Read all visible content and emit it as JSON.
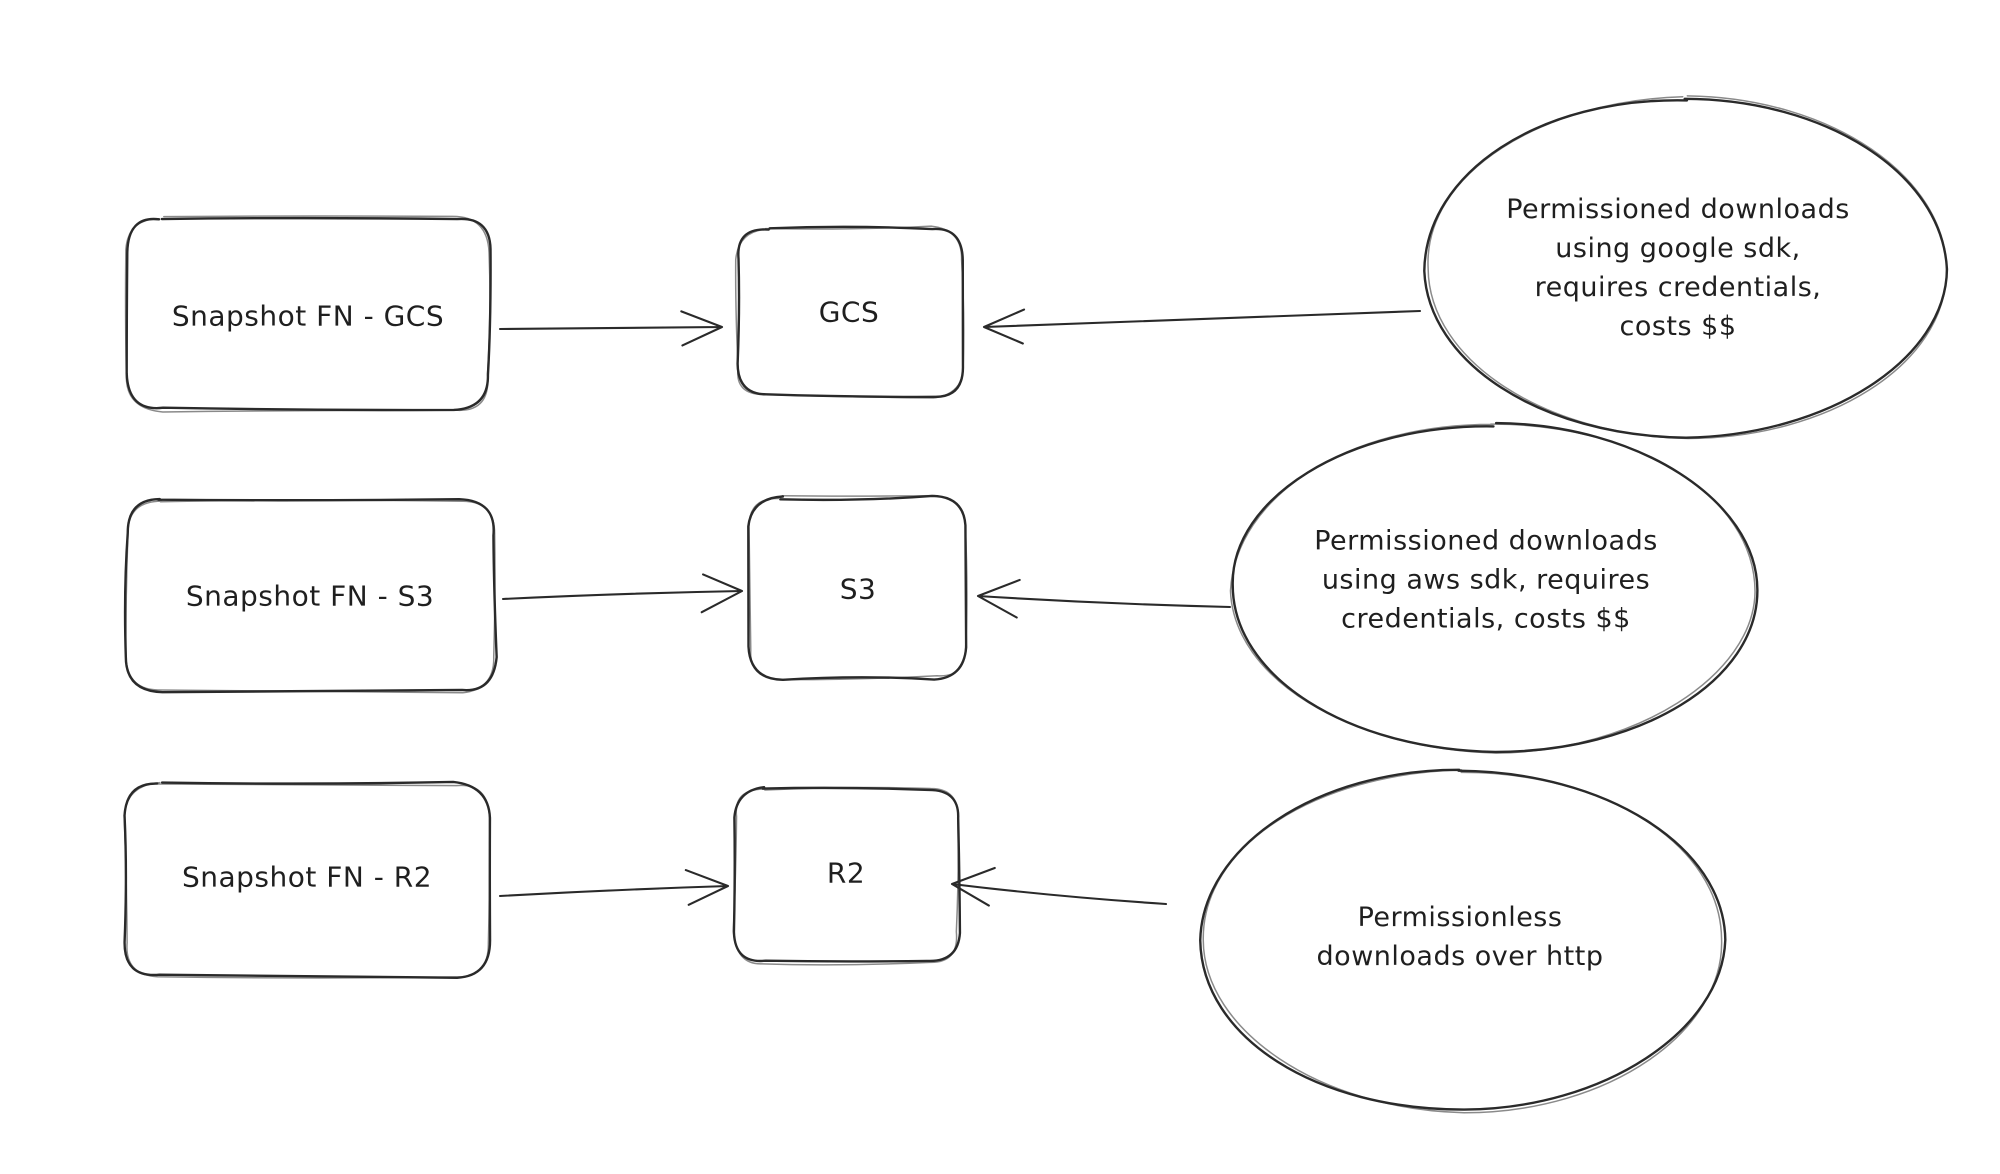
{
  "diagram": {
    "stroke_color": "#2a2a2a",
    "text_color": "#1f1f1f",
    "background": "#ffffff",
    "nodes": {
      "snapshot_gcs": {
        "label": "Snapshot FN - GCS"
      },
      "gcs": {
        "label": "GCS"
      },
      "snapshot_s3": {
        "label": "Snapshot FN - S3"
      },
      "s3": {
        "label": "S3"
      },
      "snapshot_r2": {
        "label": "Snapshot FN - R2"
      },
      "r2": {
        "label": "R2"
      }
    },
    "notes": {
      "gcs_note": {
        "lines": [
          "Permissioned downloads",
          "using google sdk,",
          "requires credentials,",
          "costs $$"
        ]
      },
      "s3_note": {
        "lines": [
          "Permissioned downloads",
          "using aws sdk, requires",
          "credentials, costs $$"
        ]
      },
      "r2_note": {
        "lines": [
          "Permissionless",
          "downloads over http"
        ]
      }
    },
    "edges": [
      {
        "from": "snapshot_gcs",
        "to": "gcs"
      },
      {
        "from": "gcs_note",
        "to": "gcs"
      },
      {
        "from": "snapshot_s3",
        "to": "s3"
      },
      {
        "from": "s3_note",
        "to": "s3"
      },
      {
        "from": "snapshot_r2",
        "to": "r2"
      },
      {
        "from": "r2_note",
        "to": "r2"
      }
    ]
  }
}
